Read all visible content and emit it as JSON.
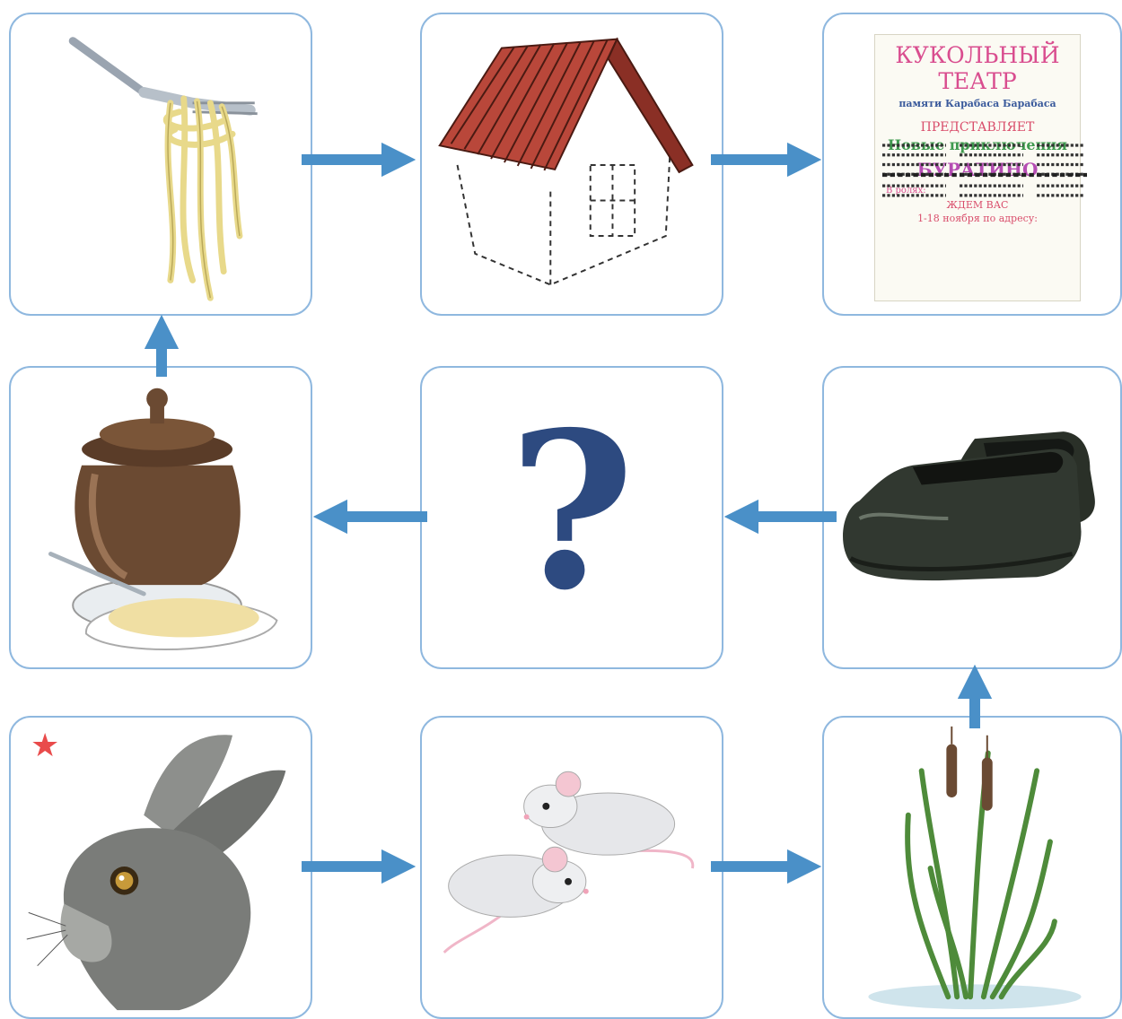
{
  "cards": {
    "noodles": {
      "icon": "noodles-on-fork-icon"
    },
    "house": {
      "icon": "house-icon"
    },
    "poster": {
      "icon": "theatre-poster-icon",
      "title": "КУКОЛЬНЫЙ ТЕАТР",
      "subtitle": "памяти Карабаса Барабаса",
      "presents": "ПРЕДСТАВЛЯЕТ",
      "new_adventures": "Новые приключения",
      "name": "БУРАТИНО",
      "roles": "В ролях:",
      "wait": "ЖДЕМ ВАС",
      "date": "1-18 ноября по адресу:"
    },
    "pot": {
      "icon": "clay-pot-and-porridge-icon"
    },
    "question": {
      "icon": "question-mark-icon",
      "text": "?"
    },
    "galoshes": {
      "icon": "galoshes-icon"
    },
    "hare": {
      "icon": "hare-head-icon",
      "star": "★"
    },
    "mice": {
      "icon": "mice-icon"
    },
    "reeds": {
      "icon": "cattail-reeds-icon"
    }
  },
  "colors": {
    "arrow": "#4a90c8",
    "border": "#8fb8df",
    "star": "#e94b4b",
    "question": "#2d4a80"
  }
}
